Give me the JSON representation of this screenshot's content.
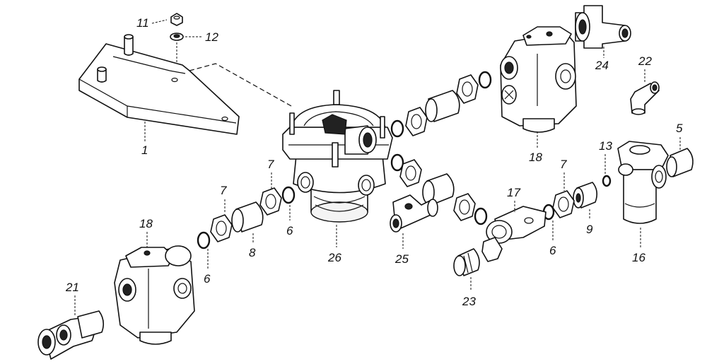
{
  "callouts": {
    "c1": "1",
    "c5": "5",
    "c6a": "6",
    "c6b": "6",
    "c6c": "6",
    "c7a": "7",
    "c7b": "7",
    "c7c": "7",
    "c8": "8",
    "c9": "9",
    "c11": "11",
    "c12": "12",
    "c13": "13",
    "c16": "16",
    "c17": "17",
    "c18a": "18",
    "c18b": "18",
    "c21": "21",
    "c22": "22",
    "c23": "23",
    "c24": "24",
    "c25": "25",
    "c26": "26"
  }
}
